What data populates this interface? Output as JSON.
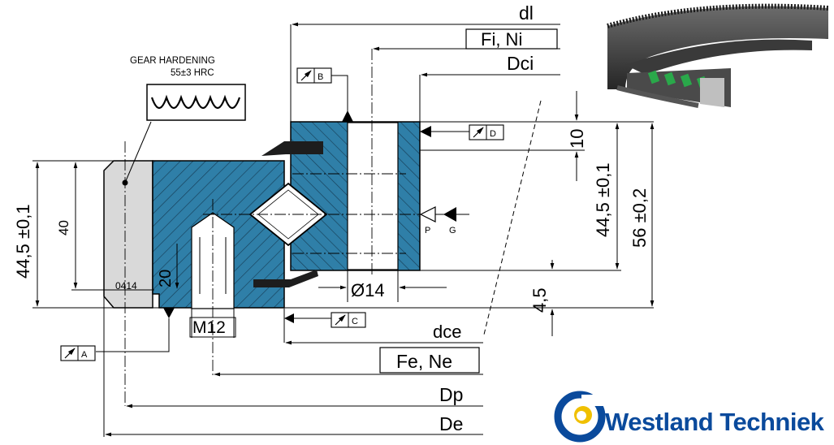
{
  "labels": {
    "gear_hardening": "GEAR HARDENING",
    "hrc": "55±3 HRC",
    "dl": "dl",
    "fi_ni": "Fi, Ni",
    "dci": "Dci",
    "dce": "dce",
    "fe_ne": "Fe, Ne",
    "dp": "Dp",
    "de": "De",
    "dim_10": "10",
    "dim_445_right": "44,5 ±0,1",
    "dim_56": "56 ±0,2",
    "dim_445_left": "44,5 ±0,1",
    "dim_40": "40",
    "dim_20": "20",
    "dim_0414": "0414",
    "dim_m12": "M12",
    "dim_d14": "Ø14",
    "dim_45": "4,5",
    "tol_a": "A",
    "tol_b": "B",
    "tol_c": "C",
    "tol_d": "D",
    "p": "P",
    "g": "G"
  },
  "brand": {
    "name": "Westland Techniek",
    "color": "#0a4a9c"
  },
  "colors": {
    "steel_blue": "#2f7fa8",
    "gear_grey": "#d9d9d9",
    "line": "#000000"
  }
}
